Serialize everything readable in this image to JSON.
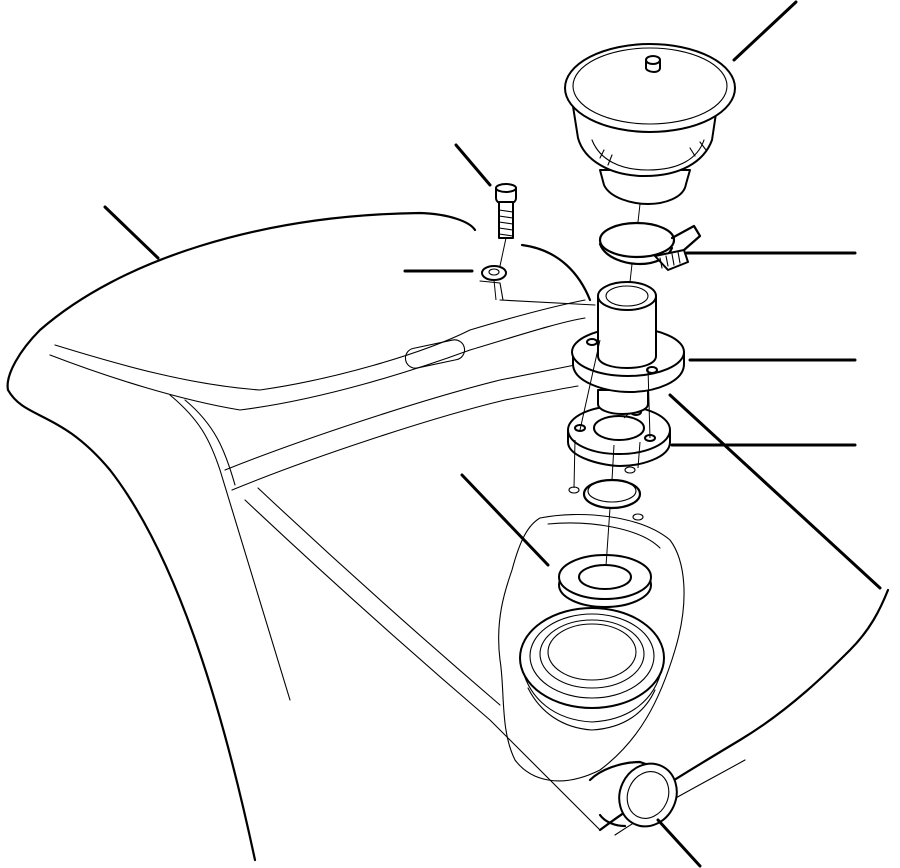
{
  "diagram": {
    "type": "exploded-parts-view",
    "colors": {
      "line": "#000000",
      "background": "#ffffff"
    },
    "parts": [
      {
        "id": "cap",
        "name": "breather-cap"
      },
      {
        "id": "clamp",
        "name": "hose-clamp"
      },
      {
        "id": "tube",
        "name": "flanged-tube"
      },
      {
        "id": "gasket-plate",
        "name": "gasket-plate"
      },
      {
        "id": "o-ring",
        "name": "o-ring"
      },
      {
        "id": "seal-ring",
        "name": "seal-ring"
      },
      {
        "id": "bolt",
        "name": "bolt"
      },
      {
        "id": "washer",
        "name": "washer"
      },
      {
        "id": "housing",
        "name": "housing"
      },
      {
        "id": "fender",
        "name": "fender-panel"
      },
      {
        "id": "outlet",
        "name": "outlet-pipe"
      }
    ]
  }
}
